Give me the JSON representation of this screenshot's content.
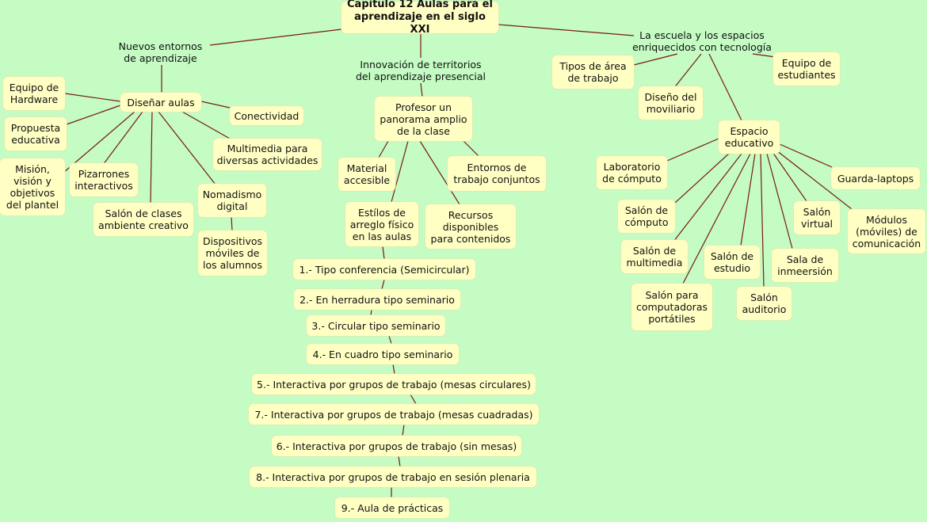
{
  "title": "Capítulo 12 Aulas para el\naprendizaje en el siglo XXI",
  "branches": {
    "nuevos_entornos": "Nuevos entornos\nde aprendizaje",
    "innovacion": "Innovación de territorios\ndel aprendizaje presencial",
    "escuela": "La escuela y los espacios\nenriquecidos con tecnología"
  },
  "left": {
    "disenar_aulas": "Diseñar aulas",
    "equipo_hardware": "Equipo de\nHardware",
    "propuesta": "Propuesta\neducativa",
    "mision": "Misión,\nvisión y\nobjetivos\ndel plantel",
    "pizarrones": "Pizarrones\ninteractivos",
    "salon_clases": "Salón de clases\nambiente creativo",
    "conectividad": "Conectividad",
    "multimedia": "Multimedia para\ndiversas actividades",
    "nomadismo": "Nomadismo\ndigital",
    "dispositivos": "Dispositivos\nmóviles de\nlos alumnos"
  },
  "center": {
    "profesor": "Profesor un\npanorama amplio\nde la clase",
    "material": "Material\naccesible",
    "entornos_trabajo": "Entornos de\ntrabajo conjuntos",
    "estilos": "Estílos de\narreglo físico\nen las aulas",
    "recursos": "Recursos\ndisponibles\npara contenidos",
    "arrangements": [
      "1.- Tipo conferencia (Semicircular)",
      "2.- En herradura tipo seminario",
      "3.- Circular tipo seminario",
      "4.- En cuadro tipo seminario",
      "5.- Interactiva por grupos de trabajo (mesas circulares)",
      "7.-  Interactiva por grupos de trabajo (mesas cuadradas)",
      "6.- Interactiva por grupos de trabajo (sin mesas)",
      "8.-  Interactiva por grupos de trabajo en sesión plenaria",
      "9.- Aula de prácticas"
    ]
  },
  "right": {
    "tipos_area": "Tipos de área\nde trabajo",
    "diseno_mobiliario": "Diseño del\nmoviliario",
    "equipo_estudiantes": "Equipo de\nestudiantes",
    "espacio_educativo": "Espacio\neducativo",
    "laboratorio": "Laboratorio\nde cómputo",
    "salon_computo": "Salón de\ncómputo",
    "salon_multimedia": "Salón de\nmultimedia",
    "salon_computadoras": "Salón para\ncomputadoras\nportátiles",
    "salon_estudio": "Salón de\nestudio",
    "salon_auditorio": "Salón\nauditorio",
    "sala_inmeersion": "Sala de\ninmeersión",
    "salon_virtual": "Salón\nvirtual",
    "modulos": "Módulos\n(móviles) de\ncomunicación",
    "guarda_laptops": "Guarda-laptops"
  },
  "colors": {
    "background": "#c4fcc4",
    "node": "#ffffc4",
    "link": "#7a1a12"
  }
}
